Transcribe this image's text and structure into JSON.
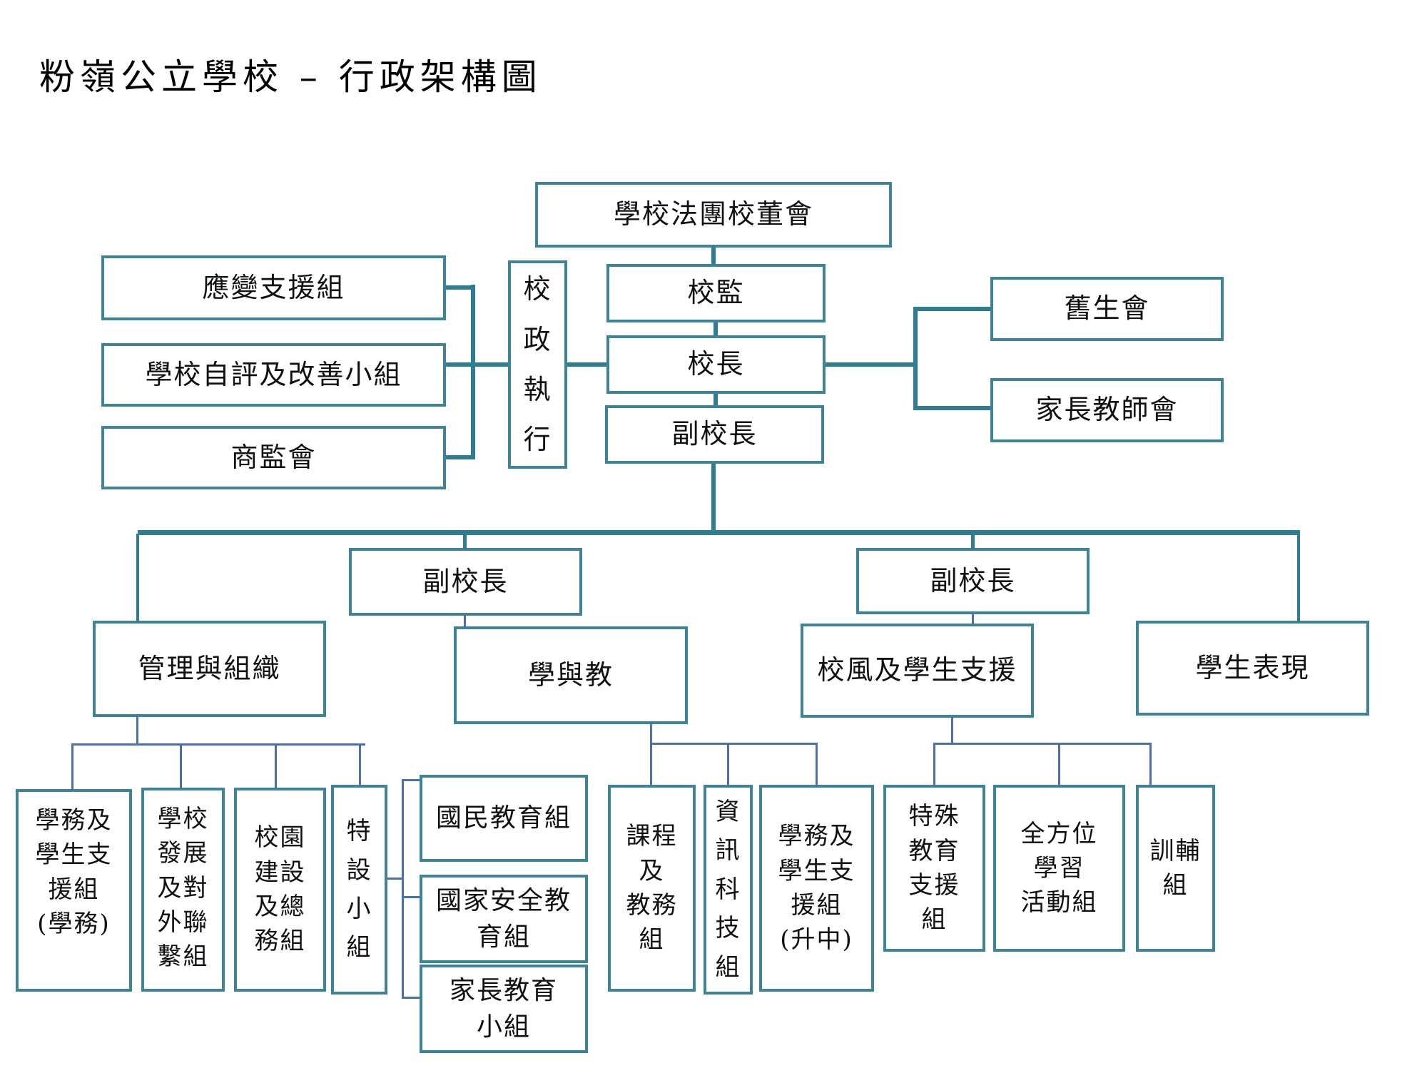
{
  "title": "粉嶺公立學校 – 行政架構圖",
  "colors": {
    "box_border": "#3e8398",
    "line_thick": "#2e7d90",
    "line_thin": "#4a70ad",
    "text": "#111111",
    "background": "#ffffff"
  },
  "nodes": {
    "imc": {
      "label": "學校法團校董會"
    },
    "supervisor": {
      "label": "校監"
    },
    "principal": {
      "label": "校長"
    },
    "vice_principal": {
      "label": "副校長"
    },
    "admin_exec": {
      "lines": [
        "校",
        "政",
        "執",
        "行"
      ]
    },
    "contingency_support": {
      "label": "應變支援組"
    },
    "self_evaluation": {
      "label": "學校自評及改善小組"
    },
    "sponsoring_supervisory": {
      "label": "商監會"
    },
    "alumni": {
      "label": "舊生會"
    },
    "pta": {
      "label": "家長教師會"
    },
    "vp_left": {
      "label": "副校長"
    },
    "vp_right": {
      "label": "副校長"
    },
    "management": {
      "label": "管理與組織"
    },
    "learning_teaching": {
      "label": "學與教"
    },
    "ethos_support": {
      "label": "校風及學生支援"
    },
    "student_performance": {
      "label": "學生表現"
    },
    "student_affairs": {
      "lines": [
        "學務及",
        "學生支",
        "援組",
        "(學務)"
      ]
    },
    "school_development": {
      "lines": [
        "學校",
        "發展",
        "及對",
        "外聯",
        "繫組"
      ]
    },
    "campus_construction": {
      "lines": [
        "校園",
        "建設",
        "及總",
        "務組"
      ]
    },
    "special_groups": {
      "lines": [
        "特",
        "設",
        "小",
        "組"
      ]
    },
    "national_education": {
      "label": "國民教育組"
    },
    "national_security": {
      "lines": [
        "國家安全教",
        "育組"
      ]
    },
    "parent_education": {
      "lines": [
        "家長教育",
        "小組"
      ]
    },
    "curriculum": {
      "lines": [
        "課程",
        "及",
        "教務",
        "組"
      ]
    },
    "information_technology": {
      "lines": [
        "資",
        "訊",
        "科",
        "技",
        "組"
      ]
    },
    "student_affairs_secondary": {
      "lines": [
        "學務及",
        "學生支",
        "援組",
        "(升中)"
      ]
    },
    "special_education": {
      "lines": [
        "特殊",
        "教育",
        "支援",
        "組"
      ]
    },
    "life_wide_learning": {
      "lines": [
        "全方位",
        "學習",
        "活動組"
      ]
    },
    "discipline_counselling": {
      "lines": [
        "訓輔",
        "組"
      ]
    }
  }
}
